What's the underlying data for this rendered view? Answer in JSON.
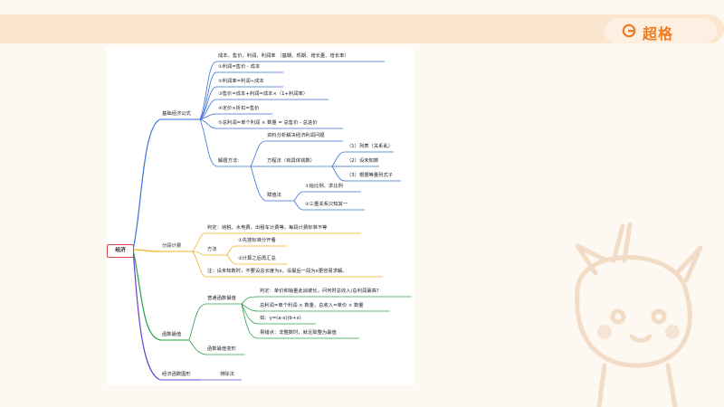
{
  "brand": {
    "name": "超格",
    "color": "#f07a20"
  },
  "mindmap": {
    "root": "经济",
    "branches": {
      "b1": {
        "label": "基础经济公式",
        "items": [
          "成本、售价、利润、利润率 （基期、现期、增长量、增长率）",
          "①利润=售价 - 成本",
          "②利润率=利润÷成本",
          "③售价=成本+利润=成本×（1+利润率）",
          "④定价×折扣=售价",
          "⑤总利润=单个利润 × 数量 = 总售价 - 总进价"
        ],
        "method_label": "解题方法:",
        "methods": {
          "m1": "资料分析解决经济利润问题",
          "m2": "方程法（有具体钱数）",
          "m2_steps": [
            "（1）列表（关系乱）",
            "（2）设未知数",
            "（3）根据等量列式子"
          ],
          "m3": "赋值法",
          "m3_steps": [
            "①给比例、求比例",
            "②三量关系只知其一"
          ]
        }
      },
      "b2": {
        "label": "分段计费",
        "judge": "判定：纳税、水电费、出租车计费等，每段计费标准不等",
        "method": "方法",
        "steps": [
          "①先按标准分开看",
          "②计算之后再汇总"
        ],
        "note": "注：设未知数时，不要设总长度为x，设最后一段为x更容易求解。"
      },
      "b3": {
        "label": "函数最值",
        "sub1": "普通函数最值",
        "items": [
          "判定：单价和销量此消彼长，问何时总收入/总利润最高?",
          "总利润=单个利润 × 数量，总收入=单价 × 数量",
          "如：y=(a-x)(b+x)",
          "易错点：非整数时，就近取整为最值"
        ],
        "sub2": "函数最值变形"
      },
      "b4": {
        "label": "经济函数图形",
        "sub": "排除法"
      }
    }
  }
}
